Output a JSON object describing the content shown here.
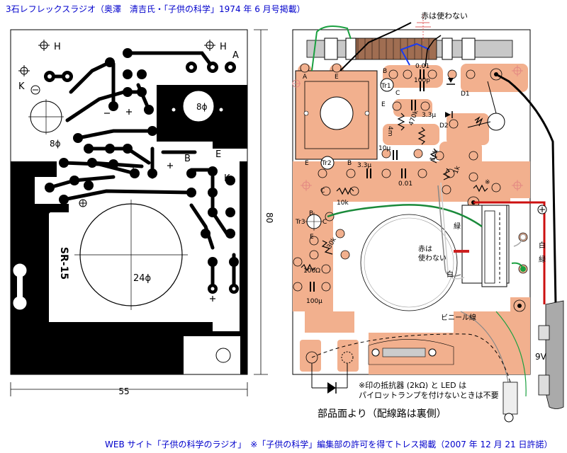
{
  "title": "3石レフレックスラジオ（奥澤　清吉氏・「子供の科学」1974 年 6 月号掲載）",
  "footer": "WEB サイト「子供の科学のラジオ」　※「子供の科学」編集部の許可を得てトレス掲載（2007 年 12 月 21 日許諾）",
  "caption_parts_side": "部品面より（配線路は裏側）",
  "note_line1": "※印の抵抗器 (2kΩ) と LED は",
  "note_line2": "パイロットランプを付けないときは不要",
  "red_unused_top": "赤は使わない",
  "colors": {
    "copper": "#f2b08e",
    "trace": "#000000",
    "board_line": "#000000",
    "title_blue": "#0000cc"
  },
  "left_board": {
    "dim_width": "55",
    "dim_height": "80",
    "label_H1": "H",
    "label_H2": "H",
    "label_A": "A",
    "label_K": "K",
    "label_B": "B",
    "label_E": "E",
    "label_K2": "K",
    "hole_small": "8ϕ",
    "hole_small2": "8ϕ",
    "speaker_hole": "24ϕ",
    "speaker_model": "SR-15"
  },
  "right_board": {
    "label_A": "A",
    "label_E": "E",
    "label_B1": "B",
    "label_Tr1": "Tr1",
    "label_C1": "C",
    "label_E1": "E",
    "c_001_top": "0.01",
    "c_100p": "100p",
    "c_33u_top": "3.3μ",
    "label_D1": "D1",
    "label_D2": "D2",
    "r_4m": "4m",
    "r_470k": "470k",
    "c_10u": "10μ",
    "r_10k_vert": "10k",
    "label_E2": "E",
    "label_Tr2": "Tr2",
    "label_B2": "B",
    "c_33u_mid": "3.3μ",
    "c_001_mid": "0.01",
    "r_1k": "1k",
    "mark_star": "※",
    "label_C2": "C",
    "r_10k_horiz": "10k",
    "label_Tr3": "Tr3",
    "label_B3": "B",
    "label_C3": "C",
    "label_E3": "E",
    "r_30k": "30k",
    "r_100": "100Ω",
    "c_100u": "100μ",
    "wire_green": "緑",
    "wire_white": "白",
    "wire_green2": "緑",
    "red_unused_mid1": "赤は",
    "red_unused_mid2": "使わない",
    "wire_white2": "白",
    "vinyl_wire": "ビニール線",
    "battery": "9V",
    "plus": "+"
  }
}
